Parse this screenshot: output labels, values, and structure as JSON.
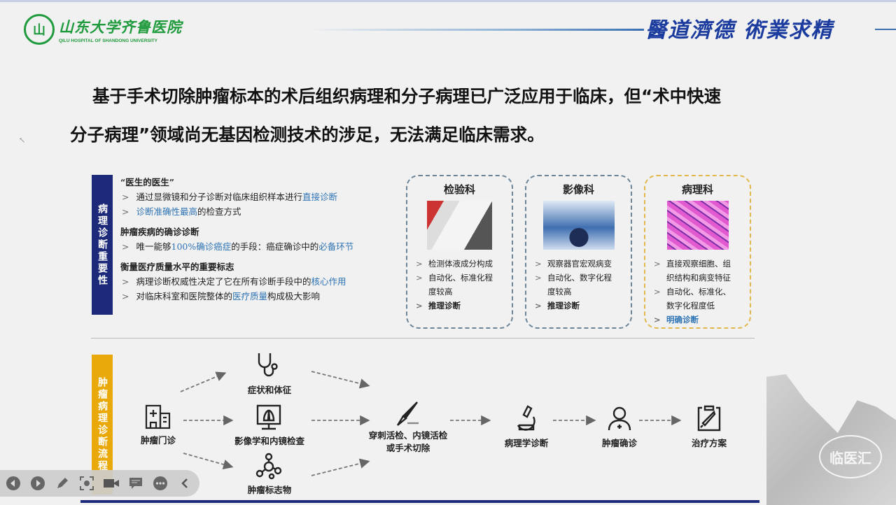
{
  "header": {
    "logo_mark": "山",
    "logo_cn": "山东大学齐鲁医院",
    "logo_en": "QILU HOSPITAL OF SHANDONG UNIVERSITY",
    "motto": "醫道濟德 術業求精"
  },
  "headline": {
    "line1": "基于手术切除肿瘤标本的术后组织病理和分子病理已广泛应用于临床，但“术中快速",
    "line2": "分子病理”领域尚无基因检测技术的涉足，无法满足临床需求。"
  },
  "importance": {
    "side_label": "病理诊断重要性",
    "h1": "“医生的医生”",
    "b1_pre": "通过显微镜和分子诊断对临床组织样本进行",
    "b1_hl": "直接诊断",
    "b2_hl": "诊断准确性最高",
    "b2_post": "的检查方式",
    "h2": "肿瘤疾病的确诊诊断",
    "b3_pre": "唯一能够",
    "b3_hl": "100%确诊癌症",
    "b3_mid": "的手段：癌症确诊中的",
    "b3_hl2": "必备环节",
    "h3": "衡量医疗质量水平的重要标志",
    "b4_pre": "病理诊断权威性决定了它在所有诊断手段中的",
    "b4_hl": "核心作用",
    "b5_pre": "对临床科室和医院整体的",
    "b5_hl": "医疗质量",
    "b5_post": "构成极大影响"
  },
  "cards": [
    {
      "title": "检验科",
      "items": [
        "检测体液成分构成",
        "自动化、标准化程",
        "度较高",
        "推理诊断"
      ]
    },
    {
      "title": "影像科",
      "items": [
        "观察器官宏观病变",
        "自动化、数字化程",
        "度较高",
        "推理诊断"
      ]
    },
    {
      "title": "病理科",
      "items": [
        "直接观察细胞、组",
        "织结构和病变特征",
        "自动化、标准化、",
        "数字化程度低",
        "明确诊断"
      ]
    }
  ],
  "flow": {
    "side_label": "肿瘤病理诊断流程",
    "clinic": "肿瘤门诊",
    "symptoms": "症状和体征",
    "imaging": "影像学和内镜检查",
    "markers": "肿瘤标志物",
    "biopsy1": "穿刺活检、内镜活检",
    "biopsy2": "或手术切除",
    "pathology": "病理学诊断",
    "confirm": "肿瘤确诊",
    "treatment": "治疗方案"
  },
  "watermark": "临医汇",
  "colors": {
    "navy": "#1d2a7a",
    "gold": "#e9a90b",
    "green": "#1f9a3c",
    "highlight": "#2f74b5"
  }
}
